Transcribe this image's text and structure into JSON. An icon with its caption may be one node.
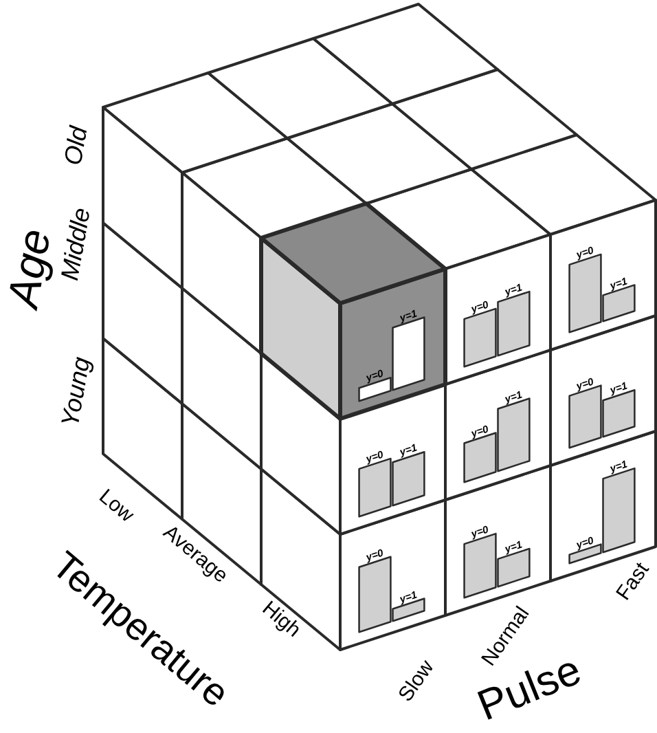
{
  "diagram": {
    "labels": [
      "Age",
      "Old",
      "Middle",
      "Young",
      "y=0",
      "y=1",
      "y=0",
      "y=1",
      "y=0",
      "y=1",
      "y=0",
      "y=1",
      "y=0",
      "y=1",
      "y=0",
      "y=1",
      "y=0",
      "y=1",
      "y=0",
      "y=1",
      "y=0",
      "y=1",
      "Low",
      "Average",
      "High",
      "Temperature",
      "Slow",
      "Normal",
      "Fast",
      "Pulse"
    ]
  }
}
